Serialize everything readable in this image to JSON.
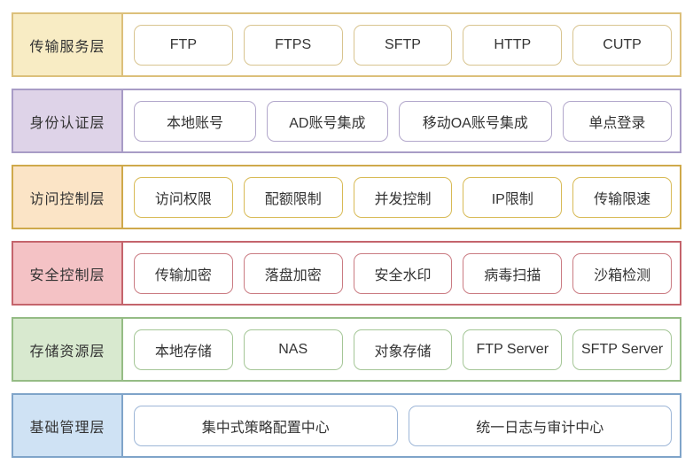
{
  "diagram": {
    "text_color": "#333333",
    "background": "#ffffff",
    "layers": [
      {
        "label": "传输服务层",
        "colors": {
          "border": "#dcc07b",
          "label_bg": "#f8ecc4",
          "box_border": "#d8c48f"
        },
        "items": [
          {
            "text": "FTP",
            "flex": 1
          },
          {
            "text": "FTPS",
            "flex": 1
          },
          {
            "text": "SFTP",
            "flex": 1
          },
          {
            "text": "HTTP",
            "flex": 1
          },
          {
            "text": "CUTP",
            "flex": 1
          }
        ]
      },
      {
        "label": "身份认证层",
        "colors": {
          "border": "#a89cc6",
          "label_bg": "#ded3e8",
          "box_border": "#b2a7cb"
        },
        "items": [
          {
            "text": "本地账号",
            "flex": 1.13
          },
          {
            "text": "AD账号集成",
            "flex": 1.12
          },
          {
            "text": "移动OA账号集成",
            "flex": 1.44
          },
          {
            "text": "单点登录",
            "flex": 1
          }
        ]
      },
      {
        "label": "访问控制层",
        "colors": {
          "border": "#cfa94b",
          "label_bg": "#fbe4c6",
          "box_border": "#d8ba55"
        },
        "items": [
          {
            "text": "访问权限",
            "flex": 1
          },
          {
            "text": "配额限制",
            "flex": 1
          },
          {
            "text": "并发控制",
            "flex": 1
          },
          {
            "text": "IP限制",
            "flex": 1
          },
          {
            "text": "传输限速",
            "flex": 1
          }
        ]
      },
      {
        "label": "安全控制层",
        "colors": {
          "border": "#c4646c",
          "label_bg": "#f4c2c5",
          "box_border": "#ca7b82"
        },
        "items": [
          {
            "text": "传输加密",
            "flex": 1
          },
          {
            "text": "落盘加密",
            "flex": 1
          },
          {
            "text": "安全水印",
            "flex": 1
          },
          {
            "text": "病毒扫描",
            "flex": 1
          },
          {
            "text": "沙箱检测",
            "flex": 1
          }
        ]
      },
      {
        "label": "存储资源层",
        "colors": {
          "border": "#95bc85",
          "label_bg": "#d8e9cf",
          "box_border": "#a4c696"
        },
        "items": [
          {
            "text": "本地存储",
            "flex": 1
          },
          {
            "text": "NAS",
            "flex": 1
          },
          {
            "text": "对象存储",
            "flex": 1
          },
          {
            "text": "FTP Server",
            "flex": 1
          },
          {
            "text": "SFTP Server",
            "flex": 1
          }
        ]
      },
      {
        "label": "基础管理层",
        "colors": {
          "border": "#7fa4c9",
          "label_bg": "#cfe2f4",
          "box_border": "#9db6d7"
        },
        "items": [
          {
            "text": "集中式策略配置中心",
            "flex": 1
          },
          {
            "text": "统一日志与审计中心",
            "flex": 1
          }
        ]
      }
    ]
  }
}
